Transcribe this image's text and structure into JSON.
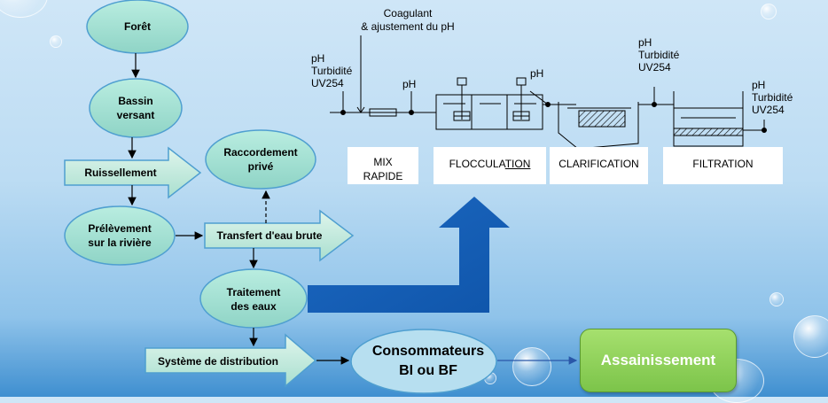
{
  "flow": {
    "foret": "Forêt",
    "bassin_l1": "Bassin",
    "bassin_l2": "versant",
    "ruissellement": "Ruissellement",
    "prelevement_l1": "Prélèvement",
    "prelevement_l2": "sur la rivière",
    "raccordement_l1": "Raccordement",
    "raccordement_l2": "privé",
    "transfert": "Transfert d'eau brute",
    "traitement_l1": "Traitement",
    "traitement_l2": "des eaux",
    "distribution": "Système de distribution",
    "consommateurs_l1": "Consommateurs",
    "consommateurs_l2": "BI ou BF",
    "assainissement": "Assainissement"
  },
  "process": {
    "coagulant_l1": "Coagulant",
    "coagulant_l2": "& ajustement du pH",
    "ph_left": "pH\nTurbidité\nUV254",
    "ph_mix": "pH",
    "ph_floc": "pH",
    "ph_clar": "pH\nTurbidité\nUV254",
    "ph_filt": "pH\nTurbidité\nUV254",
    "mix_l1": "MIX",
    "mix_l2": "RAPIDE",
    "floc_prefix": "FLOCCULA",
    "floc_suffix": "TION",
    "clarification": "CLARIFICATION",
    "filtration": "FILTRATION"
  }
}
